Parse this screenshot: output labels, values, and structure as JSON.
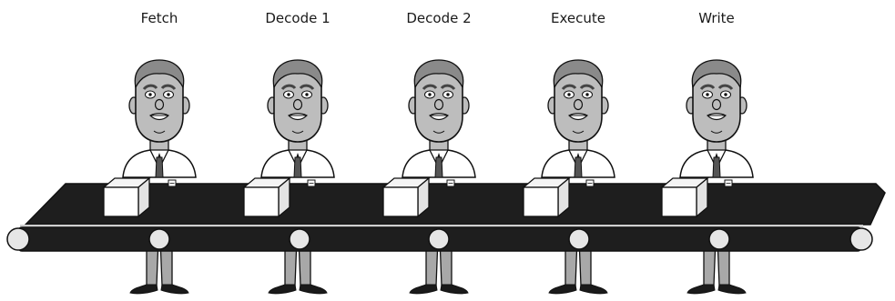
{
  "pipeline": {
    "stages": [
      {
        "label": "Fetch"
      },
      {
        "label": "Decode 1"
      },
      {
        "label": "Decode 2"
      },
      {
        "label": "Execute"
      },
      {
        "label": "Write"
      }
    ]
  },
  "colors": {
    "skin": "#bdbdbd",
    "hair": "#8a8a8a",
    "belt": "#1e1e1e",
    "roller": "#e6e6e6",
    "box_front": "#ffffff",
    "box_side": "#e3e3e3",
    "shoe": "#1a1a1a",
    "pants": "#a8a8a8",
    "outline": "#111111"
  }
}
